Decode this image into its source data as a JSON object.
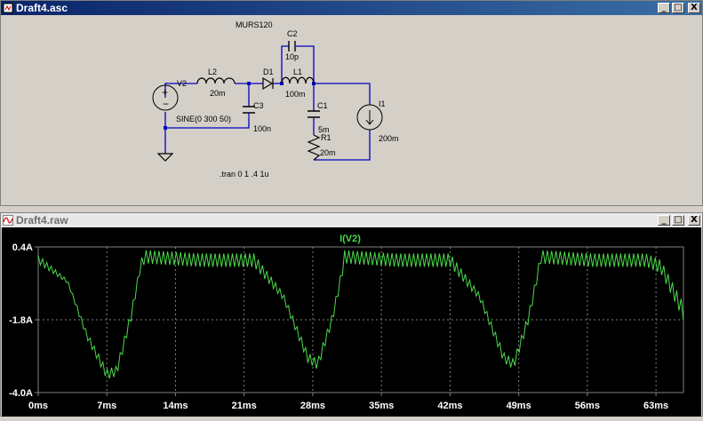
{
  "schematic_window": {
    "title": "Draft4.asc",
    "buttons": [
      "_",
      "□",
      "X"
    ],
    "components": {
      "diode_model": "MURS120",
      "c2_name": "C2",
      "c2_value": "10p",
      "l2_name": "L2",
      "l2_value": "20m",
      "d1_name": "D1",
      "l1_name": "L1",
      "l1_value": "100m",
      "v2_name": "V2",
      "v2_value": "SINE(0 300 50)",
      "c3_name": "C3",
      "c3_value": "100n",
      "c1_name": "C1",
      "c1_value": "5m",
      "r1_name": "R1",
      "r1_value": "20m",
      "i1_name": "I1",
      "i1_value": "200m"
    },
    "directive": ".tran 0 1 .4 1u"
  },
  "waveform_window": {
    "title": "Draft4.raw",
    "buttons": [
      "_",
      "□",
      "X"
    ]
  },
  "colors": {
    "trace": "#4bd94b",
    "grid": "#808080",
    "axis_text": "#ffffff"
  },
  "chart_data": {
    "type": "line",
    "series": [
      {
        "name": "I(V2)"
      }
    ],
    "y_ticks": [
      "0.4A",
      "-1.8A",
      "-4.0A"
    ],
    "x_ticks": [
      "0ms",
      "7ms",
      "14ms",
      "21ms",
      "28ms",
      "35ms",
      "42ms",
      "49ms",
      "56ms",
      "63ms"
    ],
    "xlim_ms": [
      0,
      65.8
    ],
    "ylim_A": [
      -4.0,
      0.4
    ],
    "envelope": {
      "x_ms": [
        0,
        3,
        5,
        7,
        8,
        9.5,
        10.5,
        11,
        16.6,
        22,
        25,
        27.5,
        28.5,
        30,
        31,
        31.2,
        36.6,
        42,
        45,
        47.5,
        48.5,
        50,
        51,
        51.2,
        56.6,
        62,
        63.5,
        65.8
      ],
      "upper_A": [
        0.15,
        -0.6,
        -2.2,
        -3.3,
        -3.2,
        -1.5,
        0.05,
        0.3,
        0.2,
        0.2,
        -1.0,
        -2.8,
        -3.0,
        -1.6,
        -0.2,
        0.3,
        0.2,
        0.2,
        -1.0,
        -2.8,
        -3.0,
        -1.6,
        -0.2,
        0.3,
        0.2,
        0.2,
        0.0,
        -1.3
      ],
      "lower_A": [
        -0.1,
        -0.7,
        -2.4,
        -3.6,
        -3.5,
        -1.8,
        -0.2,
        -0.1,
        -0.2,
        -0.2,
        -1.2,
        -3.1,
        -3.3,
        -1.9,
        -0.5,
        -0.1,
        -0.2,
        -0.2,
        -1.2,
        -3.1,
        -3.3,
        -1.9,
        -0.5,
        -0.1,
        -0.2,
        -0.2,
        -0.4,
        -1.8
      ]
    },
    "grid": true
  }
}
